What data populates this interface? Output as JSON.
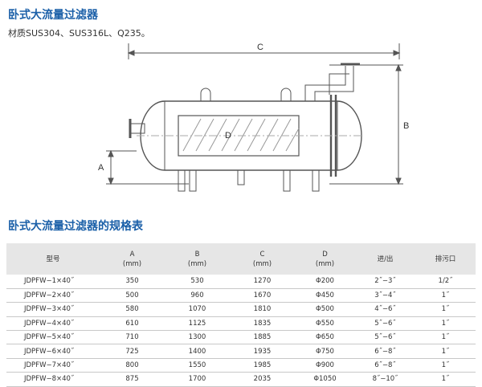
{
  "page": {
    "title": "卧式大流量过滤器",
    "material_text": "材质SUS304、SUS316L、Q235。",
    "spec_title": "卧式大流量过滤器的规格表"
  },
  "drawing": {
    "dim_labels": {
      "c": "C",
      "b": "B",
      "a": "A",
      "d": "D"
    }
  },
  "table": {
    "headers": [
      {
        "line1": "型号",
        "line2": ""
      },
      {
        "line1": "A",
        "line2": "(mm)"
      },
      {
        "line1": "B",
        "line2": "(mm)"
      },
      {
        "line1": "C",
        "line2": "(mm)"
      },
      {
        "line1": "D",
        "line2": "(mm)"
      },
      {
        "line1": "进/出",
        "line2": ""
      },
      {
        "line1": "排污口",
        "line2": ""
      }
    ],
    "rows": [
      [
        "JDPFW−1×40˝",
        "350",
        "530",
        "1270",
        "Φ200",
        "2˝−3˝",
        "1/2˝"
      ],
      [
        "JDPFW−2×40˝",
        "500",
        "960",
        "1670",
        "Φ450",
        "3˝−4˝",
        "1˝"
      ],
      [
        "JDPFW−3×40˝",
        "580",
        "1070",
        "1810",
        "Φ500",
        "4˝−6˝",
        "1˝"
      ],
      [
        "JDPFW−4×40˝",
        "610",
        "1125",
        "1835",
        "Φ550",
        "5˝−6˝",
        "1˝"
      ],
      [
        "JDPFW−5×40˝",
        "710",
        "1300",
        "1885",
        "Φ650",
        "5˝−6˝",
        "1˝"
      ],
      [
        "JDPFW−6×40˝",
        "725",
        "1400",
        "1935",
        "Φ750",
        "6˝−8˝",
        "1˝"
      ],
      [
        "JDPFW−7×40˝",
        "800",
        "1550",
        "1985",
        "Φ900",
        "6˝−8˝",
        "1˝"
      ],
      [
        "JDPFW−8×40˝",
        "875",
        "1700",
        "2035",
        "Φ1050",
        "8˝−10˝",
        "1˝"
      ]
    ]
  },
  "colors": {
    "title": "#1a5fa8",
    "header_bg": "#e6e6e6",
    "line": "#555555"
  }
}
